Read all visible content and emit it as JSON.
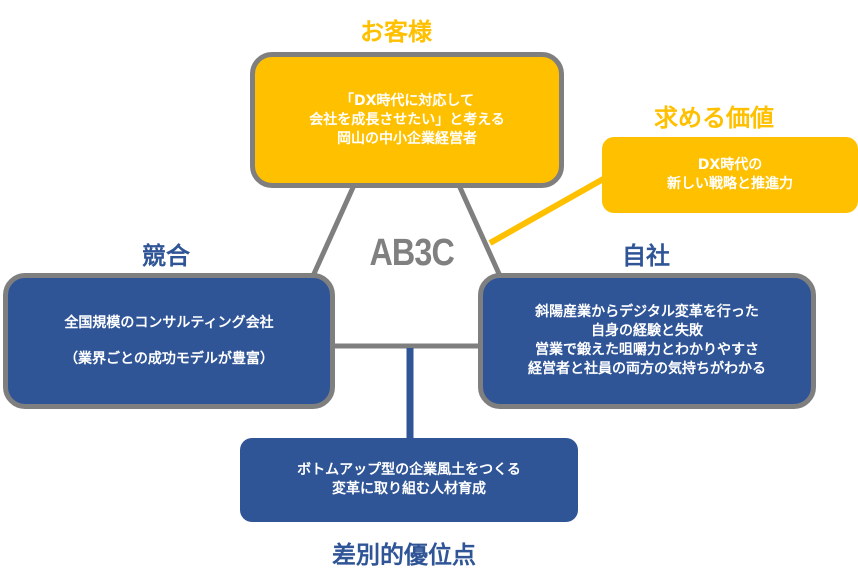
{
  "center": {
    "label": "AB3C"
  },
  "customer": {
    "heading": "お客様",
    "lines": [
      "「DX時代に対応して",
      "会社を成長させたい」と考える",
      "岡山の中小企業経営者"
    ]
  },
  "value": {
    "heading": "求める価値",
    "lines": [
      "DX時代の",
      "新しい戦略と推進力"
    ]
  },
  "competitor": {
    "heading": "競合",
    "lines": [
      "全国規模のコンサルティング会社",
      "",
      "（業界ごとの成功モデルが豊富）"
    ]
  },
  "self": {
    "heading": "自社",
    "lines": [
      "斜陽産業からデジタル変革を行った",
      "自身の経験と失敗",
      "営業で鍛えた咀嚼力とわかりやすさ",
      "経営者と社員の両方の気持ちがわかる"
    ]
  },
  "differentiation": {
    "heading": "差別的優位点",
    "lines": [
      "ボトムアップ型の企業風土をつくる",
      "変革に取り組む人材育成"
    ]
  },
  "colors": {
    "yellow": "#FFC000",
    "blue": "#2F5597",
    "grey": "#7F7F7F"
  }
}
